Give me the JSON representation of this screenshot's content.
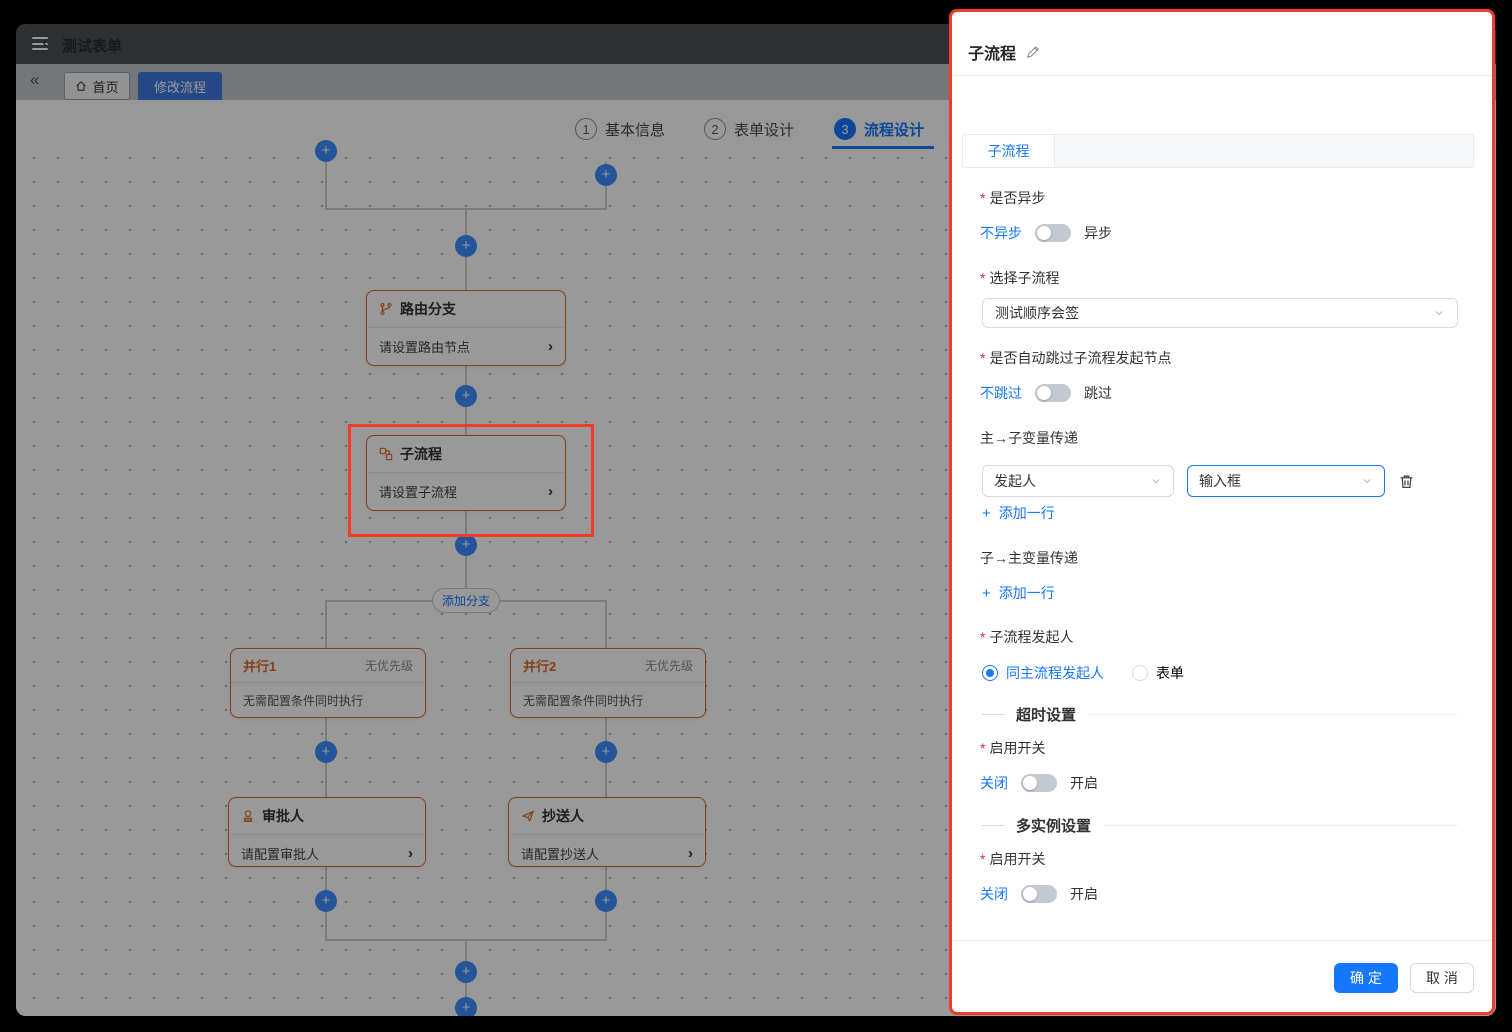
{
  "tabbar": {
    "collapse_icon": "«",
    "home_label": "首页",
    "edit_flow_label": "修改流程"
  },
  "toolbar": {
    "back_icon": "‹",
    "title": "测试表单",
    "steps": [
      {
        "num": "1",
        "label": "基本信息"
      },
      {
        "num": "2",
        "label": "表单设计"
      },
      {
        "num": "3",
        "label": "流程设计"
      }
    ]
  },
  "canvas": {
    "plus_icon": "+",
    "chevron": "›",
    "add_branch_label": "添加分支",
    "nodes": {
      "route": {
        "title": "路由分支",
        "body": "请设置路由节点"
      },
      "subflow": {
        "title": "子流程",
        "body": "请设置子流程"
      },
      "parallel1": {
        "title": "并行1",
        "priority": "无优先级",
        "body": "无需配置条件同时执行"
      },
      "parallel2": {
        "title": "并行2",
        "priority": "无优先级",
        "body": "无需配置条件同时执行"
      },
      "approver": {
        "title": "审批人",
        "body": "请配置审批人"
      },
      "cc": {
        "title": "抄送人",
        "body": "请配置抄送人"
      }
    }
  },
  "drawer": {
    "title": "子流程",
    "tab_label": "子流程",
    "required_mark": "*",
    "add_icon": "+",
    "fields": {
      "async": {
        "label": "是否异步",
        "off_label": "不异步",
        "on_label": "异步"
      },
      "subflow_select": {
        "label": "选择子流程",
        "value": "测试顺序会签"
      },
      "skip": {
        "label": "是否自动跳过子流程发起节点",
        "off_label": "不跳过",
        "on_label": "跳过"
      },
      "main_to_sub": {
        "label": "主→子变量传递",
        "var_select": "发起人",
        "input_select": "输入框",
        "add_row": "添加一行"
      },
      "sub_to_main": {
        "label": "子→主变量传递",
        "add_row": "添加一行"
      },
      "initiator": {
        "label": "子流程发起人",
        "option_main": "同主流程发起人",
        "option_form": "表单"
      },
      "timeout_enable": {
        "label": "启用开关",
        "off_label": "关闭",
        "on_label": "开启"
      },
      "multi_enable": {
        "label": "启用开关",
        "off_label": "关闭",
        "on_label": "开启"
      }
    },
    "sections": {
      "timeout": "超时设置",
      "multi_instance": "多实例设置"
    },
    "footer": {
      "ok": "确 定",
      "cancel": "取 消"
    }
  },
  "colors": {
    "primary_blue": "#1677ff",
    "node_border_orange": "#e06a2b",
    "annotation_red": "#f53b27",
    "header_dark": "#4a5056"
  }
}
